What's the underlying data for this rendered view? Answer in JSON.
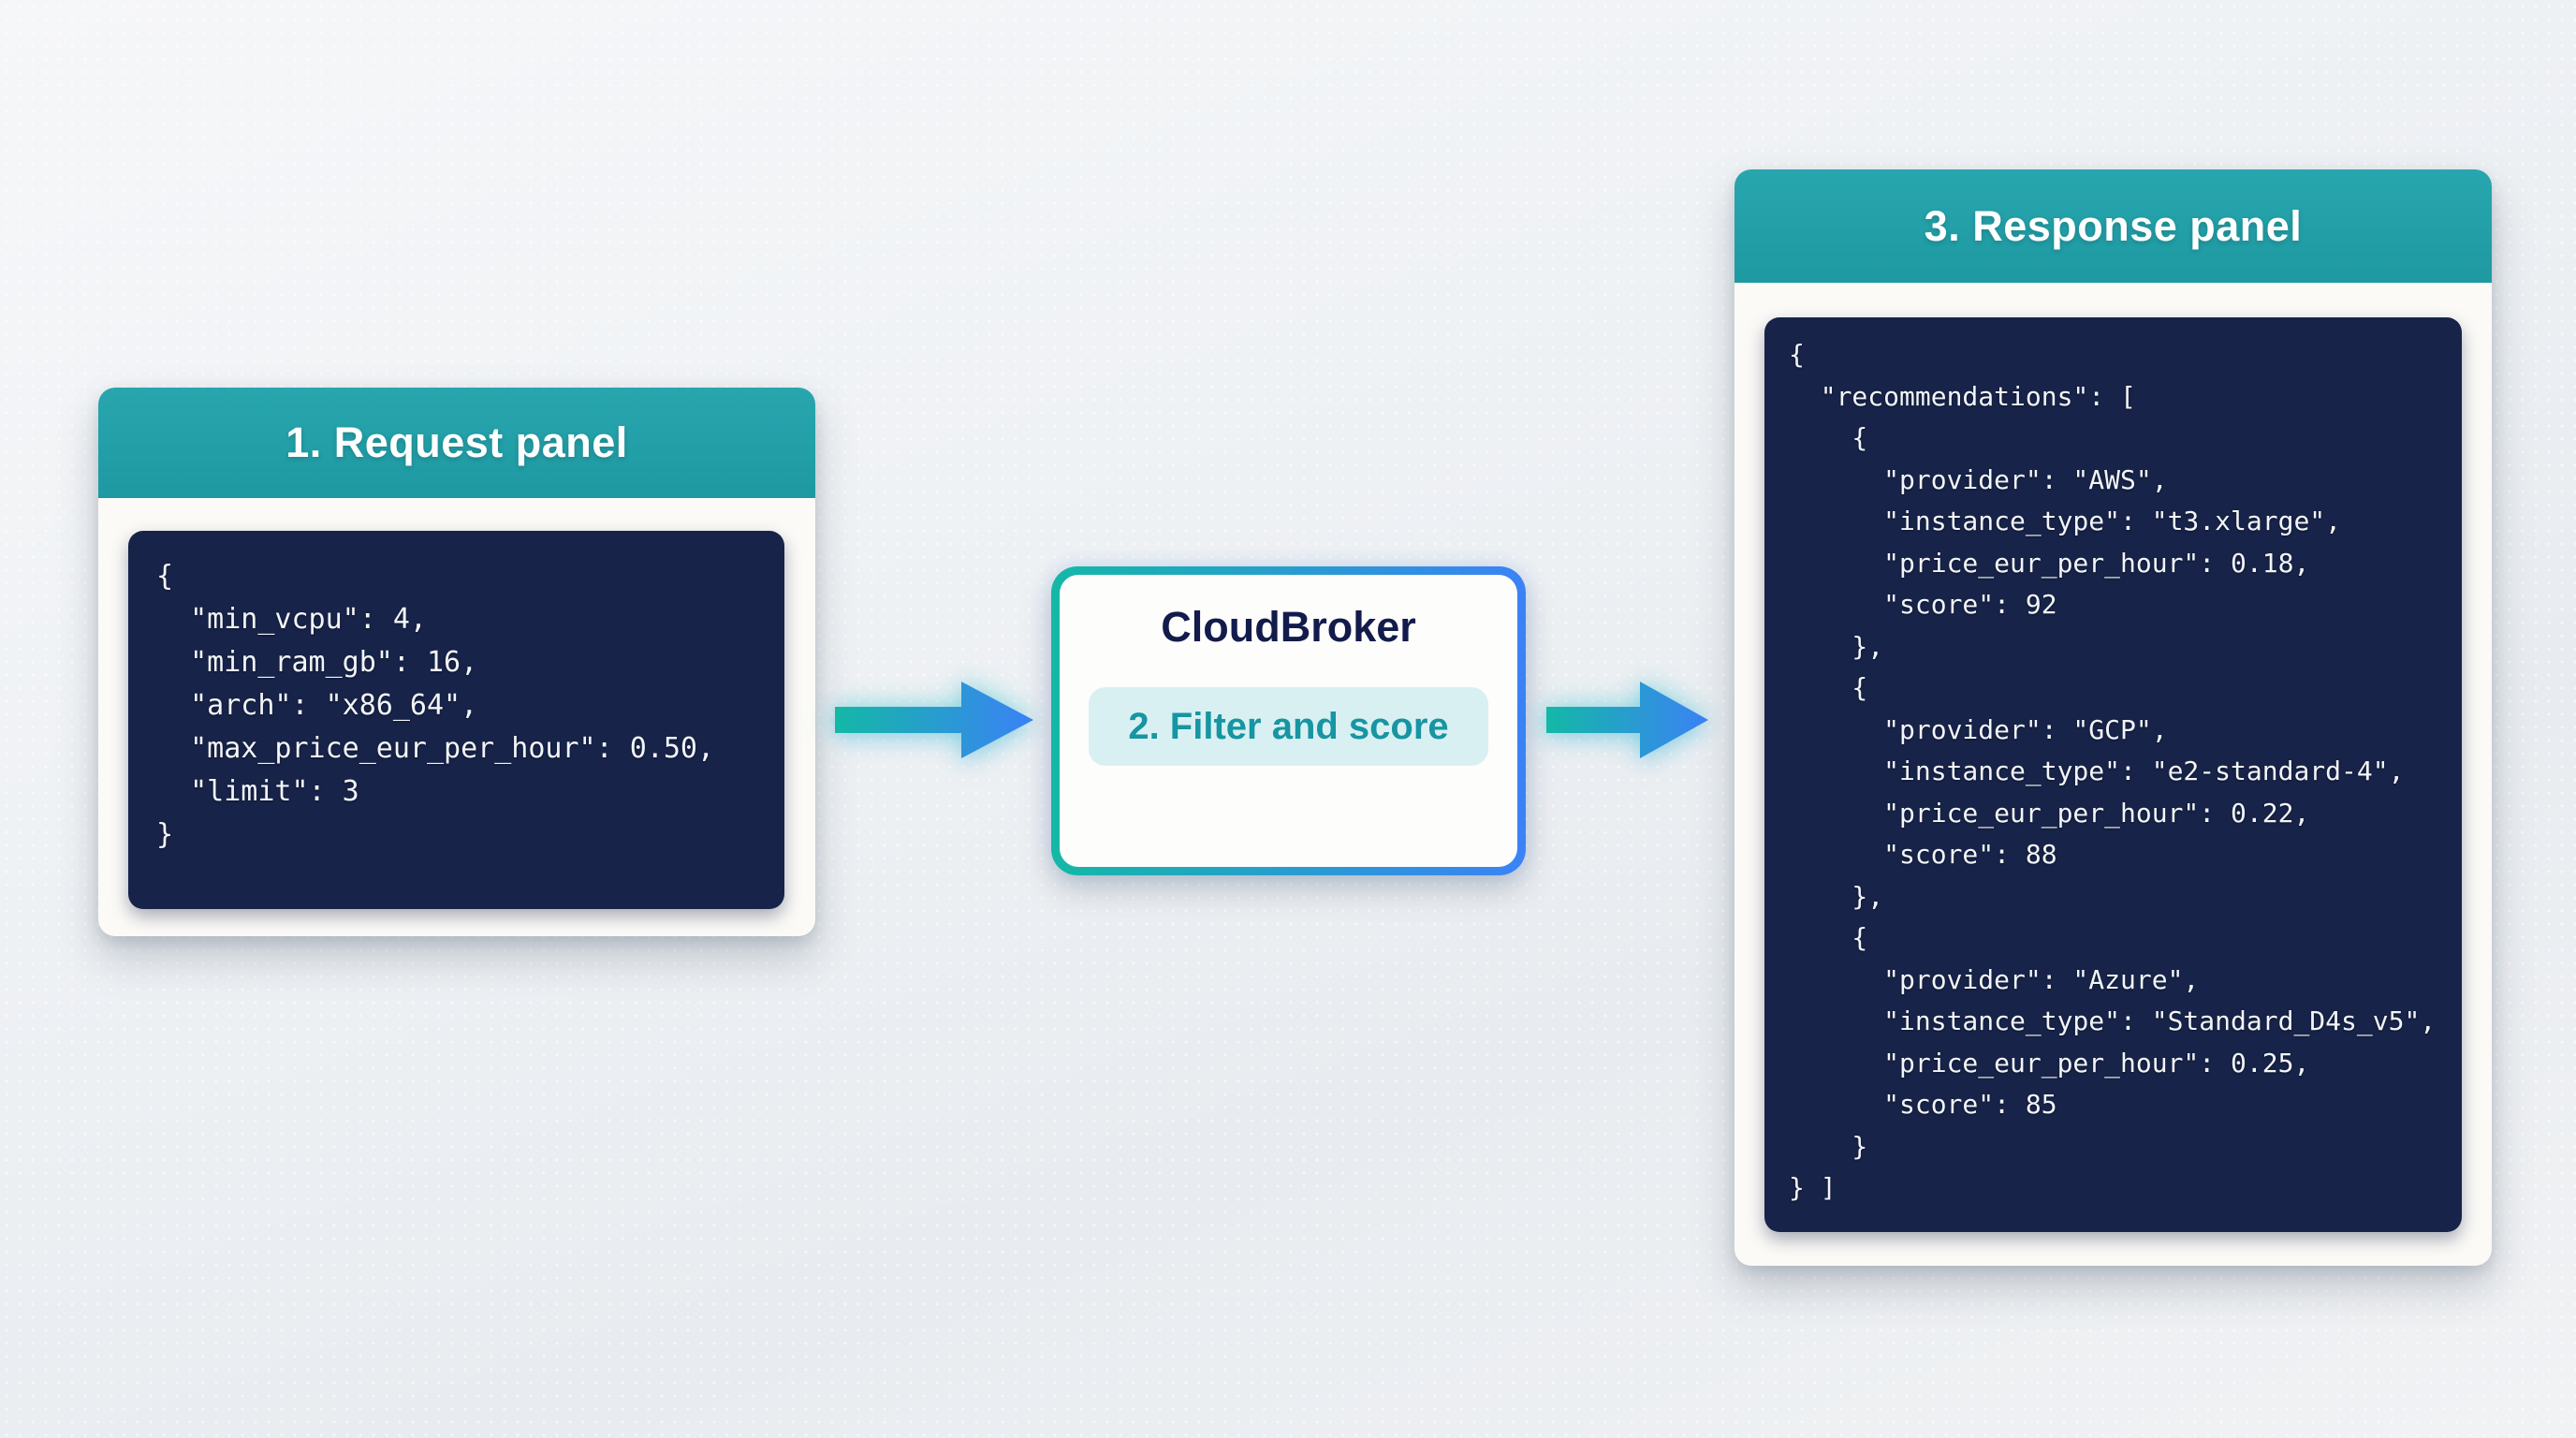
{
  "request_panel": {
    "title": "1. Request panel",
    "code": [
      "{",
      "  \"min_vcpu\": 4,",
      "  \"min_ram_gb\": 16,",
      "  \"arch\": \"x86_64\",",
      "  \"max_price_eur_per_hour\": 0.50,",
      "  \"limit\": 3",
      "}"
    ]
  },
  "broker": {
    "title": "CloudBroker",
    "step": "2. Filter and score"
  },
  "response_panel": {
    "title": "3. Response panel",
    "code": [
      "{",
      "  \"recommendations\": [",
      "    {",
      "      \"provider\": \"AWS\",",
      "      \"instance_type\": \"t3.xlarge\",",
      "      \"price_eur_per_hour\": 0.18,",
      "      \"score\": 92",
      "    },",
      "    {",
      "      \"provider\": \"GCP\",",
      "      \"instance_type\": \"e2-standard-4\",",
      "      \"price_eur_per_hour\": 0.22,",
      "      \"score\": 88",
      "    },",
      "    {",
      "      \"provider\": \"Azure\",",
      "      \"instance_type\": \"Standard_D4s_v5\",",
      "      \"price_eur_per_hour\": 0.25,",
      "      \"score\": 85",
      "    }",
      "} ]"
    ]
  },
  "icons": {
    "flow_arrow": "right-arrow"
  },
  "colors": {
    "header_teal": "#239da6",
    "code_navy": "#172349",
    "accent_teal": "#14b8a6",
    "accent_blue": "#3b82f6",
    "step_pill_bg": "#d9f0f3",
    "step_pill_text": "#1795a2",
    "broker_title_navy": "#121b4b"
  }
}
